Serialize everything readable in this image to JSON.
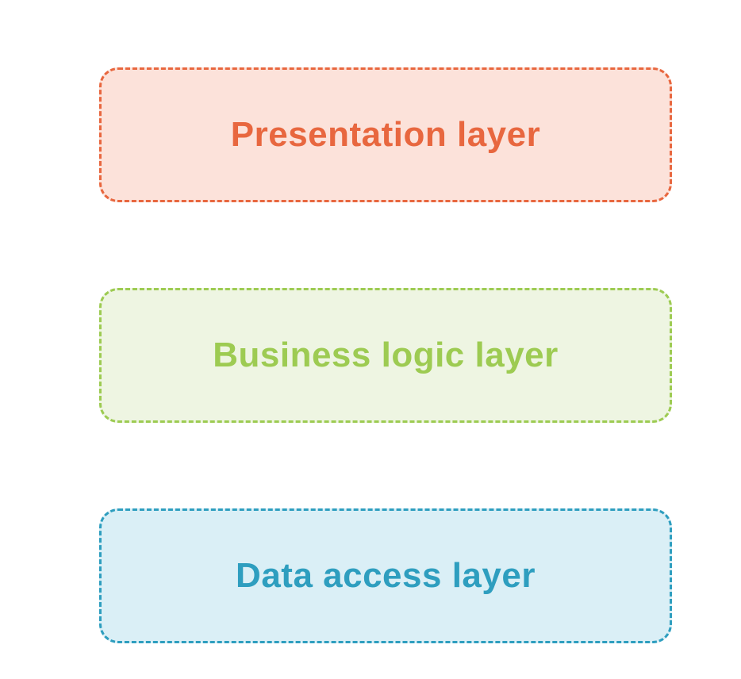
{
  "layers": [
    {
      "label": "Presentation layer",
      "border_color": "#E8673F",
      "fill_color": "#FCE2DA",
      "text_color": "#E8673F"
    },
    {
      "label": "Business logic layer",
      "border_color": "#9DCB52",
      "fill_color": "#EEF5E2",
      "text_color": "#9DCB52"
    },
    {
      "label": "Data access layer",
      "border_color": "#2E9EBF",
      "fill_color": "#DAEFF6",
      "text_color": "#2E9EBF"
    }
  ]
}
